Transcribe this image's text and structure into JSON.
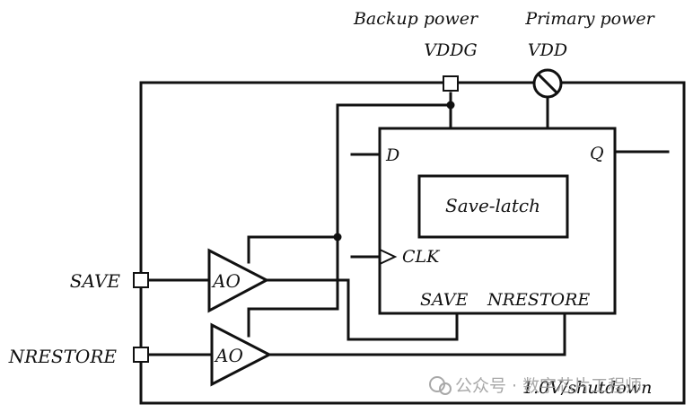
{
  "labels": {
    "backup_power": "Backup power",
    "backup_rail": "VDDG",
    "primary_power": "Primary power",
    "primary_rail": "VDD",
    "pin_d": "D",
    "pin_q": "Q",
    "pin_clk": "CLK",
    "pin_save": "SAVE",
    "pin_nrestore": "NRESTORE",
    "inner_block": "Save-latch",
    "input_save": "SAVE",
    "input_nrestore": "NRESTORE",
    "buffer_top": "AO",
    "buffer_bottom": "AO",
    "domain_note": "1.0V/shutdown"
  },
  "watermark": {
    "text": "公众号 · 数字芯片工程师"
  }
}
